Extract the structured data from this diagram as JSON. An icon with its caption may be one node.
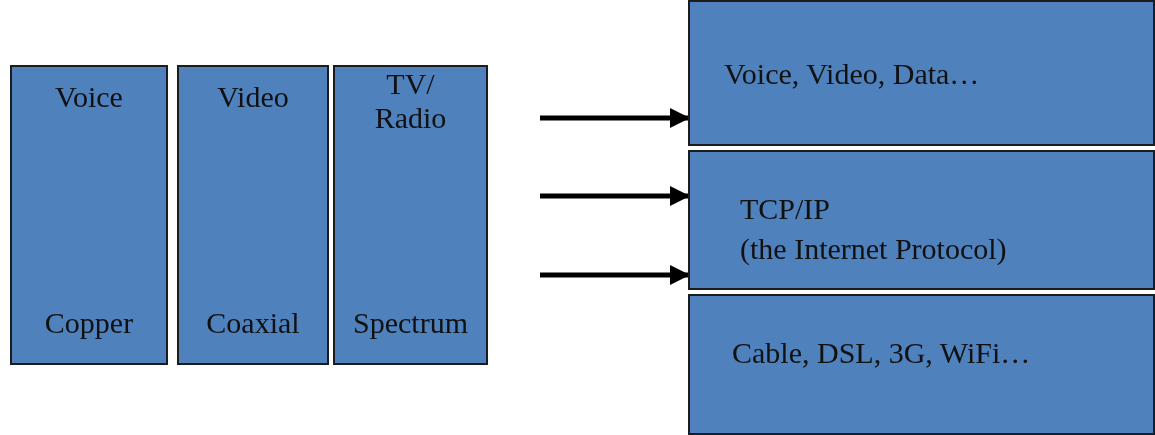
{
  "diagram": {
    "nodes": [
      {
        "text": [
          "Voice",
          "Copper"
        ]
      },
      {
        "text": [
          "Video",
          "Coaxial"
        ]
      },
      {
        "text": [
          "TV/ Radio",
          "Spectrum"
        ]
      },
      {
        "text": [
          "Voice, Video, Data…"
        ]
      },
      {
        "text": [
          "TCP/IP",
          "(the Internet Protocol)"
        ]
      },
      {
        "text": [
          "Cable, DSL, 3G, WiFi…"
        ]
      }
    ],
    "edges": [
      {
        "from": null,
        "to": 3,
        "arrow": "to"
      },
      {
        "from": null,
        "to": 4,
        "arrow": "to"
      },
      {
        "from": null,
        "to": 4,
        "arrow": "to"
      }
    ]
  }
}
